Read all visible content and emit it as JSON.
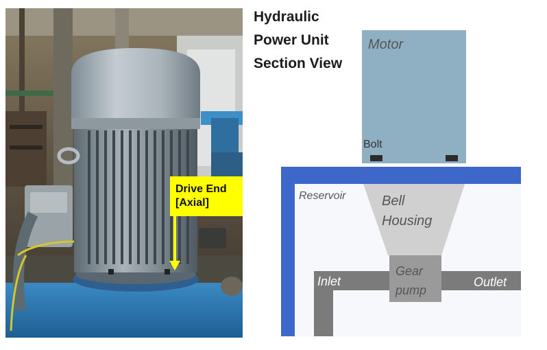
{
  "figure": {
    "photo": {
      "callout": {
        "line1": "Drive End",
        "line2": "[Axial]"
      }
    },
    "section_view": {
      "title": [
        "Hydraulic",
        "Power Unit",
        "Section View"
      ],
      "labels": {
        "motor": "Motor",
        "bolt": "Bolt",
        "reservoir": "Reservoir",
        "bell_housing": [
          "Bell",
          "Housing"
        ],
        "gear_pump": [
          "Gear",
          "pump"
        ],
        "inlet": "Inlet",
        "outlet": "Outlet"
      }
    }
  },
  "colors": {
    "motor_fill": "#8fb0c3",
    "reservoir_wall": "#3d67c9",
    "reservoir_interior": "#f7f8fc",
    "bell_housing": "#d0d0d0",
    "pump": "#9a9a9a",
    "pipes": "#7b7b7b",
    "bolt": "#2b2b2b",
    "callout": "#ffff00"
  }
}
